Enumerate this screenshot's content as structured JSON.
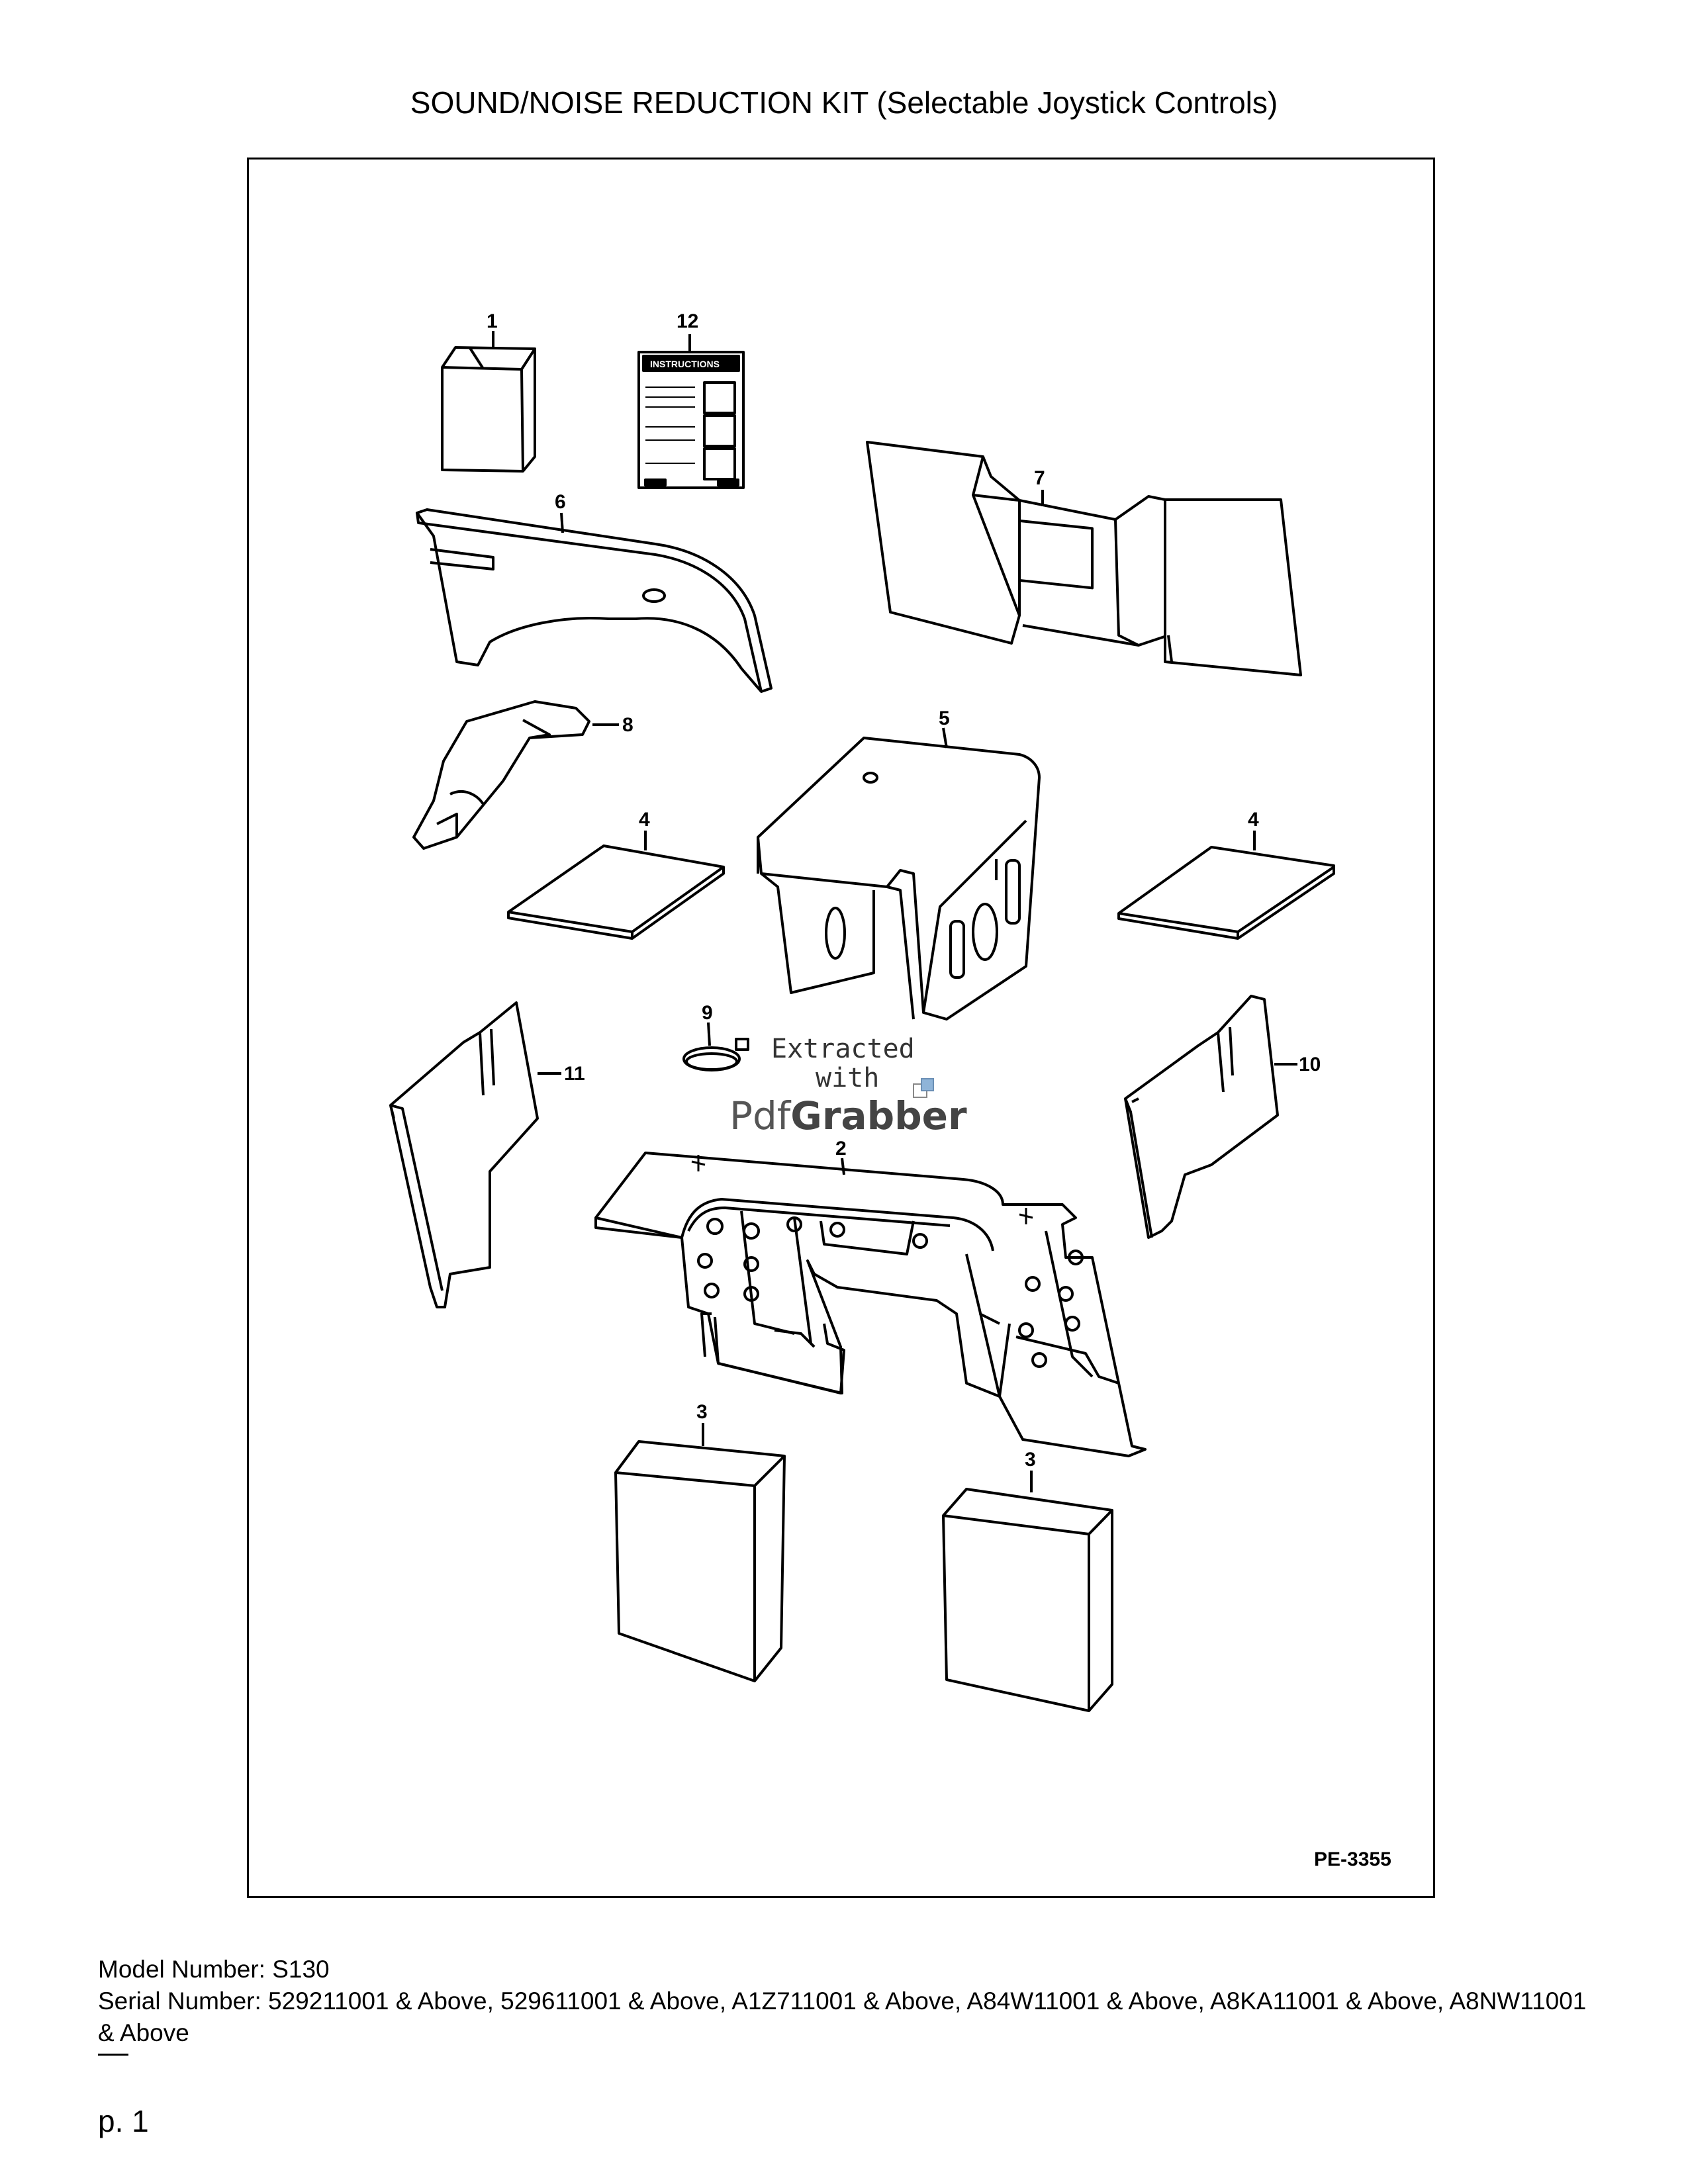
{
  "document": {
    "title": "SOUND/NOISE REDUCTION KIT (Selectable Joystick Controls)",
    "figure_code": "PE-3355",
    "callouts": {
      "c1": "1",
      "c12": "12",
      "c7": "7",
      "c6": "6",
      "c8": "8",
      "c5": "5",
      "c4a": "4",
      "c4b": "4",
      "c9": "9",
      "c11": "11",
      "c10": "10",
      "c2": "2",
      "c3a": "3",
      "c3b": "3"
    },
    "instruction_sheet_label": "INSTRUCTIONS",
    "watermark": {
      "line1": "Extracted",
      "line2": "with",
      "brand_a": "Pdf",
      "brand_b": "Grabber"
    },
    "model_line": "Model Number: S130",
    "serial_line": "Serial Number: 529211001 & Above, 529611001 & Above, A1Z711001 & Above, A84W11001 & Above, A8KA11001 & Above, A8NW11001 & Above",
    "page_label": "p. 1"
  }
}
